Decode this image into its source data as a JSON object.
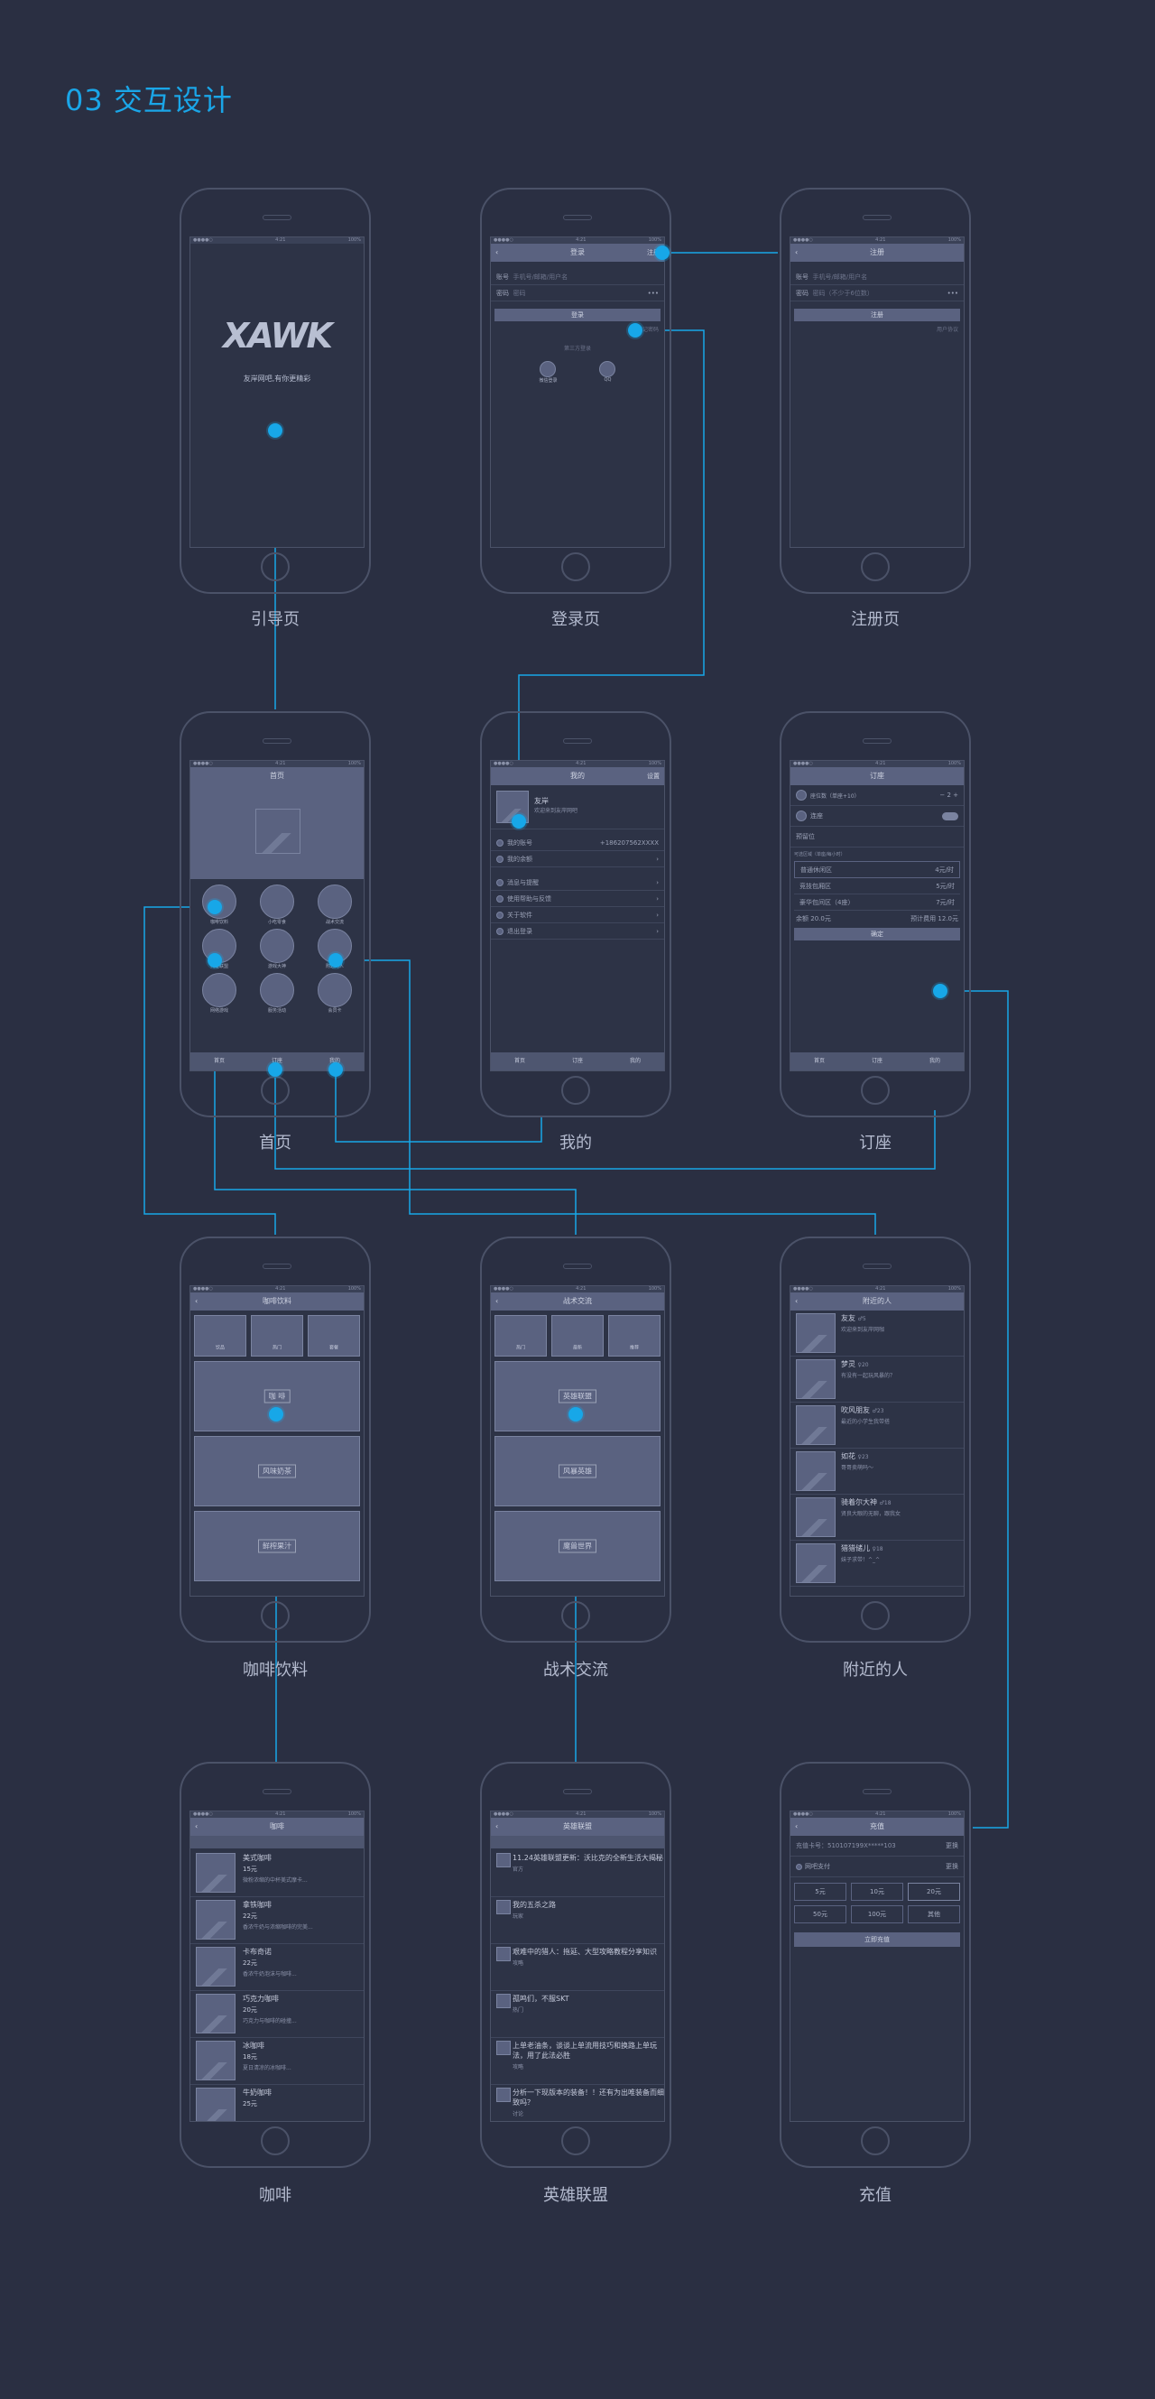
{
  "title": "03 交互设计",
  "captions": {
    "guide": "引导页",
    "login": "登录页",
    "register": "注册页",
    "home": "首页",
    "mine": "我的",
    "booking": "订座",
    "coffee_drinks": "咖啡饮料",
    "tactics": "战术交流",
    "nearby": "附近的人",
    "coffee": "咖啡",
    "lol": "英雄联盟",
    "recharge": "充值"
  },
  "guide": {
    "logo": "XAWK",
    "slogan": "友岸网吧,有你更精彩"
  },
  "login": {
    "nav_title": "登录",
    "nav_right": "注册",
    "account_label": "账号",
    "account_placeholder": "手机号/邮箱/用户名",
    "password_label": "密码",
    "password_placeholder": "密码",
    "login_btn": "登录",
    "forgot": "忘记密码",
    "other_login": "第三方登录",
    "third_a": "微信登录",
    "third_b": "QQ"
  },
  "register": {
    "nav_title": "注册",
    "account_label": "账号",
    "account_placeholder": "手机号/邮箱/用户名",
    "password_label": "密码",
    "password_placeholder": "密码（不少于6位数）",
    "register_btn": "注册",
    "agreement": "用户协议"
  },
  "home": {
    "nav_title": "首页",
    "icons": [
      "咖啡饮料",
      "小吃零食",
      "战术交流",
      "英雄联盟",
      "游戏大神",
      "附近的人",
      "网络游戏",
      "服务活动",
      "会员卡"
    ],
    "tabs": [
      "首页",
      "订座",
      "我的"
    ]
  },
  "mine": {
    "nav_title": "我的",
    "nav_right": "设置",
    "name": "友岸",
    "desc": "欢迎来到友岸网吧",
    "phone_label": "我的账号",
    "phone": "+186207562XXXX",
    "items": [
      "我的余额",
      "消息与提醒",
      "使用帮助与反馈",
      "关于软件",
      "退出登录"
    ],
    "tabs": [
      "首页",
      "订座",
      "我的"
    ]
  },
  "booking": {
    "nav_title": "订座",
    "opt1": "座位数（单座+10）",
    "qty": "2",
    "opt2": "连座",
    "opt3": "预留位",
    "area_title": "可选区域（单座/每小时）",
    "areas": [
      {
        "name": "普通休闲区",
        "price": "4元/时"
      },
      {
        "name": "竞技包厢区",
        "price": "5元/时"
      },
      {
        "name": "豪华包间区（4座）",
        "price": "7元/时"
      }
    ],
    "balance_label": "余额",
    "balance": "20.0元",
    "total_label": "预计费用",
    "total": "12.0元",
    "btn": "确定",
    "tabs": [
      "首页",
      "订座",
      "我的"
    ]
  },
  "coffee_drinks": {
    "nav_title": "咖啡饮料",
    "cats": [
      "饮品",
      "热门",
      "套餐"
    ],
    "tiles": [
      "咖  啡",
      "风味奶茶",
      "鲜榨果汁"
    ]
  },
  "tactics": {
    "nav_title": "战术交流",
    "cats": [
      "热门",
      "最新",
      "推荐"
    ],
    "tiles": [
      "英雄联盟",
      "风暴英雄",
      "魔兽世界"
    ]
  },
  "nearby": {
    "nav_title": "附近的人",
    "people": [
      {
        "name": "友友",
        "age": "♂5",
        "msg": "欢迎来到友岸网咖"
      },
      {
        "name": "梦灵",
        "age": "♀20",
        "msg": "有没有一起玩风暴的？"
      },
      {
        "name": "吹风朋友",
        "age": "♂23",
        "msg": "最近的小学生我带搭"
      },
      {
        "name": "如花",
        "age": "♀23",
        "msg": "哥哥卖萌吗～"
      },
      {
        "name": "骑着尔大神",
        "age": "♂18",
        "msg": "贤良大眼的无聊，跟我女"
      },
      {
        "name": "猎猎储儿",
        "age": "♀18",
        "msg": "妹子求带！^_^"
      }
    ]
  },
  "coffee": {
    "nav_title": "咖啡",
    "items": [
      {
        "name": "美式咖啡",
        "price": "15元",
        "desc": "微粉浓缩的中杯美式摩卡..."
      },
      {
        "name": "拿铁咖啡",
        "price": "22元",
        "desc": "香浓牛奶与浓缩咖啡的完美..."
      },
      {
        "name": "卡布奇诺",
        "price": "22元",
        "desc": "香浓牛奶泡沫与咖啡..."
      },
      {
        "name": "巧克力咖啡",
        "price": "20元",
        "desc": "巧克力与咖啡的碰撞..."
      },
      {
        "name": "冰咖啡",
        "price": "18元",
        "desc": "夏日清凉的冰咖啡..."
      },
      {
        "name": "牛奶咖啡",
        "price": "25元",
        "desc": ""
      }
    ]
  },
  "lol": {
    "nav_title": "英雄联盟",
    "items": [
      {
        "title": "11.24英雄联盟更新：沃比克的全新生活大揭秘",
        "src": "官方"
      },
      {
        "title": "我的五杀之路",
        "src": "玩家"
      },
      {
        "title": "艰难中的猎人：拖延、大型攻略教程分享知识",
        "src": "攻略"
      },
      {
        "title": "孤鸣们，不服SKT",
        "src": "热门"
      },
      {
        "title": "上单老油条，谈谈上单流用技巧和换路上单玩法，用了此法必胜",
        "src": "攻略"
      },
      {
        "title": "分析一下现版本的装备！！还有为出唯装备而细致吗？",
        "src": "讨论"
      }
    ]
  },
  "recharge": {
    "nav_title": "充值",
    "account_label": "充值卡号：",
    "account": "510107199X*****103",
    "account_right": "更换",
    "method": "网吧支付",
    "method_right": "更换",
    "amounts": [
      "5元",
      "10元",
      "20元",
      "50元",
      "100元",
      "其他"
    ],
    "btn": "立即充值"
  }
}
